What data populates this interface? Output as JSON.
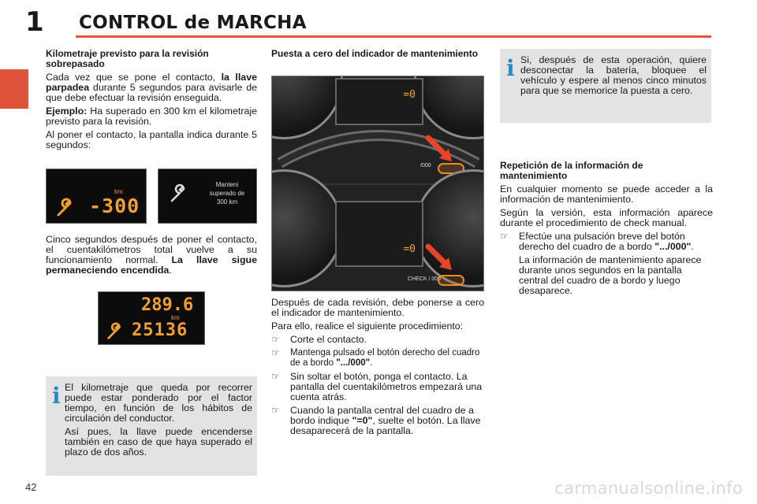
{
  "header": {
    "chapter_number": "1",
    "title": "CONTROL de MARCHA"
  },
  "page_number": "42",
  "watermark": "carmanualsonline.info",
  "col1": {
    "heading": "Kilometraje previsto para la revisión sobrepasado",
    "p1_a": "Cada vez que se pone el contacto, ",
    "p1_b": "la llave parpadea",
    "p1_c": " durante 5 segundos para avisarle de que debe efectuar la revisión enseguida.",
    "p2_a": "Ejemplo:",
    "p2_b": " Ha superado en 300 km el kilometraje previsto para la revisión.",
    "p3": "Al poner el contacto, la pantalla indica durante 5 segundos:",
    "lcd1_unit": "km",
    "lcd1_value": "-300",
    "lcd2_line1": "Manteni",
    "lcd2_line2": "superado de",
    "lcd2_line3": "300 km",
    "p4_a": "Cinco segundos después de poner el contacto, el cuentakilómetros total vuelve a su funcionamiento normal. ",
    "p4_b": "La llave sigue permaneciendo encendida",
    "p4_c": ".",
    "odo_trip": "289.6",
    "odo_unit": "km",
    "odo_total": "25136",
    "info1": "El kilometraje que queda por recorrer puede estar ponderado por el factor tiempo, en función de los hábitos de circulación del conductor.",
    "info2": "Así pues, la llave puede encenderse también en caso de que haya superado el plazo de dos años."
  },
  "col2": {
    "heading": "Puesta a cero del indicador de mantenimiento",
    "screen_top": "=0",
    "screen_bottom": "=0",
    "btn_top": "/000",
    "btn_bottom": "CHECK / 000",
    "p1": "Después de cada revisión, debe ponerse a cero el indicador de mantenimiento.",
    "p2": "Para ello, realice el siguiente procedimiento:",
    "bullet_glyph": "☞",
    "steps": [
      {
        "text": "Corte el contacto.",
        "bold": ""
      },
      {
        "text": "Mantenga pulsado el botón derecho del cuadro de a bordo ",
        "bold": "\".../000\"",
        "tail": "."
      },
      {
        "text": "Sin soltar el botón, ponga el contacto. La pantalla del cuentakilómetros empezará una cuenta atrás.",
        "bold": ""
      },
      {
        "text": "Cuando la pantalla central del cuadro de a bordo indique ",
        "bold": "\"=0\"",
        "tail": ", suelte el botón. La llave desaparecerá de la pantalla."
      }
    ]
  },
  "col3": {
    "info": "Si, después de esta operación, quiere desconectar la batería, bloquee el vehículo y espere al menos cinco minutos para que se memorice la puesta a cero.",
    "heading": "Repetición de la información de mantenimiento",
    "p1": "En cualquier momento se puede acceder a la información de mantenimiento.",
    "p2": "Según la versión, esta información aparece durante el procedimiento de check manual.",
    "step_a": "Efectúe una pulsación breve del botón derecho del cuadro de a bordo ",
    "step_b": "\".../000\"",
    "step_c": ".",
    "step_p2": "La información de mantenimiento aparece durante unos segundos en la pantalla central del cuadro de a bordo y luego desaparece."
  },
  "colors": {
    "accent": "#e0533b",
    "info_icon": "#1e90d0",
    "info_box": "#e3e3e3",
    "lcd_amber": "#f2a02a"
  },
  "icons": [
    "wrench-icon",
    "info-icon",
    "pointing-hand-bullet-icon",
    "arrow-icon"
  ]
}
